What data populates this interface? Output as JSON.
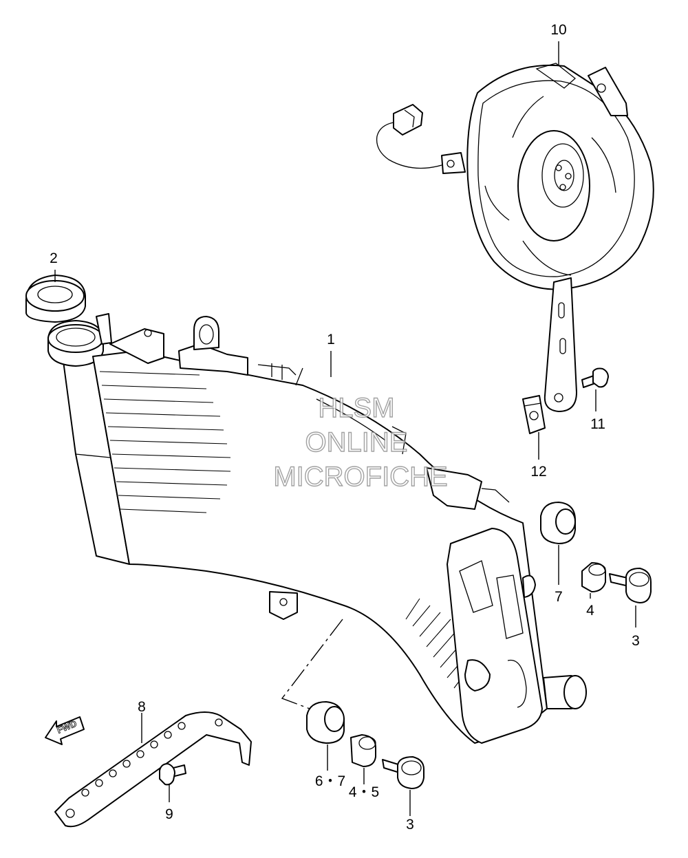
{
  "callouts": {
    "c1": "1",
    "c2": "2",
    "c3a": "3",
    "c3b": "3",
    "c4": "4",
    "c45": "4・5",
    "c67": "6・7",
    "c7": "7",
    "c8": "8",
    "c9": "9",
    "c10": "10",
    "c11": "11",
    "c12": "12"
  },
  "watermark": {
    "line1": "HLSM",
    "line2": "ONLINE",
    "line3": "MICROFICHE"
  },
  "fwd": "FWD",
  "colors": {
    "line": "#000000",
    "background": "#ffffff",
    "watermark": "#8a8a8a"
  }
}
